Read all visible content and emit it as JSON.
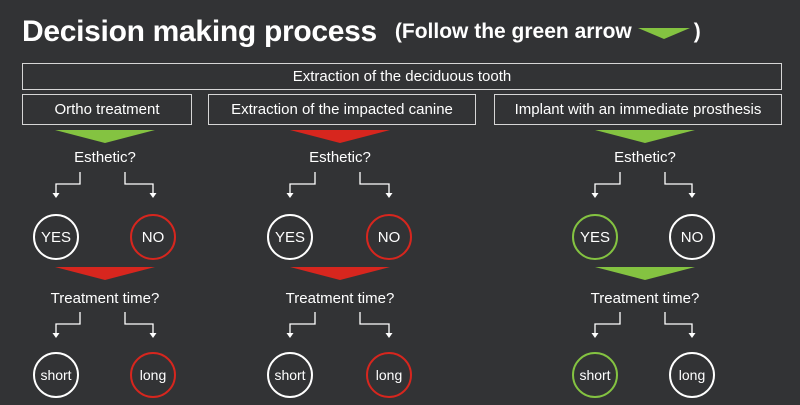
{
  "header": {
    "title": "Decision making process",
    "subtitle_before": "(Follow the green arrow",
    "subtitle_after": ")"
  },
  "colors": {
    "green": "#84c341",
    "red": "#d7261e",
    "white": "#ffffff",
    "background": "#323335"
  },
  "top_box": "Extraction of the deciduous tooth",
  "columns": [
    {
      "option": "Ortho treatment",
      "arrow1": "green",
      "question1": "Esthetic?",
      "yes": "YES",
      "yes_border": "white",
      "no": "NO",
      "no_border": "red",
      "arrow2": "red",
      "question2": "Treatment time?",
      "short": "short",
      "short_border": "white",
      "long": "long",
      "long_border": "red"
    },
    {
      "option": "Extraction of the impacted canine",
      "arrow1": "red",
      "question1": "Esthetic?",
      "yes": "YES",
      "yes_border": "white",
      "no": "NO",
      "no_border": "red",
      "arrow2": "red",
      "question2": "Treatment time?",
      "short": "short",
      "short_border": "white",
      "long": "long",
      "long_border": "red"
    },
    {
      "option": "Implant with an immediate prosthesis",
      "arrow1": "green",
      "question1": "Esthetic?",
      "yes": "YES",
      "yes_border": "green",
      "no": "NO",
      "no_border": "white",
      "arrow2": "green",
      "question2": "Treatment time?",
      "short": "short",
      "short_border": "green",
      "long": "long",
      "long_border": "white"
    }
  ]
}
